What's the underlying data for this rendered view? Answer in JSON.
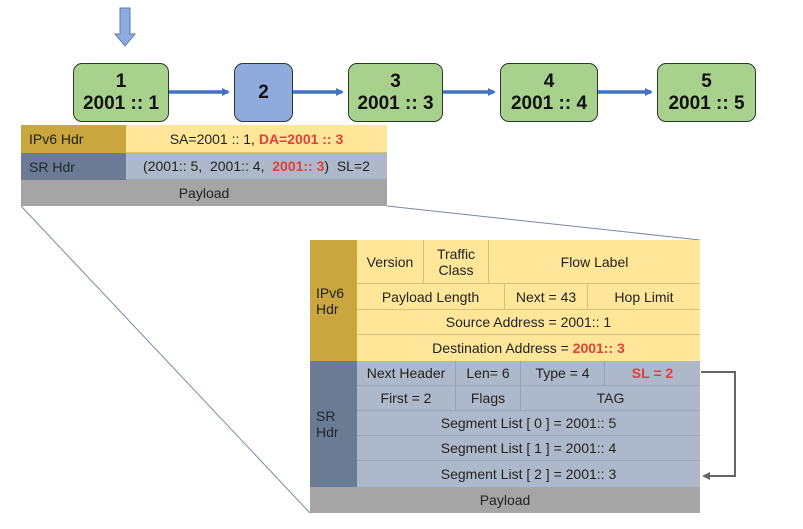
{
  "top_arrow": {
    "icon": "down-arrow-icon",
    "color": "#8faadc"
  },
  "nodes": [
    {
      "id": "1",
      "addr": "2001 :: 1",
      "color": "#a9d18e"
    },
    {
      "id": "2",
      "addr": "",
      "color": "#8faadc"
    },
    {
      "id": "3",
      "addr": "2001 :: 3",
      "color": "#a9d18e"
    },
    {
      "id": "4",
      "addr": "2001 :: 4",
      "color": "#a9d18e"
    },
    {
      "id": "5",
      "addr": "2001 :: 5",
      "color": "#a9d18e"
    }
  ],
  "summary": {
    "ipv6_label": "IPv6 Hdr",
    "ipv6_sa": "SA=2001 :: 1, ",
    "ipv6_da": "DA=2001 :: 3",
    "sr_label": "SR Hdr",
    "sr_list_prefix": "(2001:: 5,  2001:: 4,  ",
    "sr_list_active": "2001:: 3",
    "sr_list_suffix": ")  SL=2",
    "payload": "Payload"
  },
  "detail": {
    "ipv6_label": "IPv6\nHdr",
    "version": "Version",
    "traffic_class": "Traffic Class",
    "flow_label": "Flow Label",
    "payload_length": "Payload Length",
    "next": "Next = 43",
    "hop_limit": "Hop Limit",
    "source": "Source Address = 2001:: 1",
    "dest_prefix": "Destination Address = ",
    "dest_value": "2001:: 3",
    "sr_label": "SR\nHdr",
    "next_header": "Next Header",
    "len": "Len= 6",
    "type": "Type = 4",
    "sl": "SL = 2",
    "first": "First = 2",
    "flags": "Flags",
    "tag": "TAG",
    "segments": [
      "Segment List [ 0 ] = 2001:: 5",
      "Segment List [ 1 ] = 2001:: 4",
      "Segment List [ 2 ] = 2001:: 3"
    ],
    "payload": "Payload"
  },
  "colors": {
    "ipv6": "#ffe699",
    "ipv6_label": "#c9a63e",
    "sr": "#adb9ca",
    "sr_label": "#6b7b93",
    "payload": "#a5a5a5",
    "highlight": "#e0403a",
    "link_arrow": "#4472c4"
  }
}
